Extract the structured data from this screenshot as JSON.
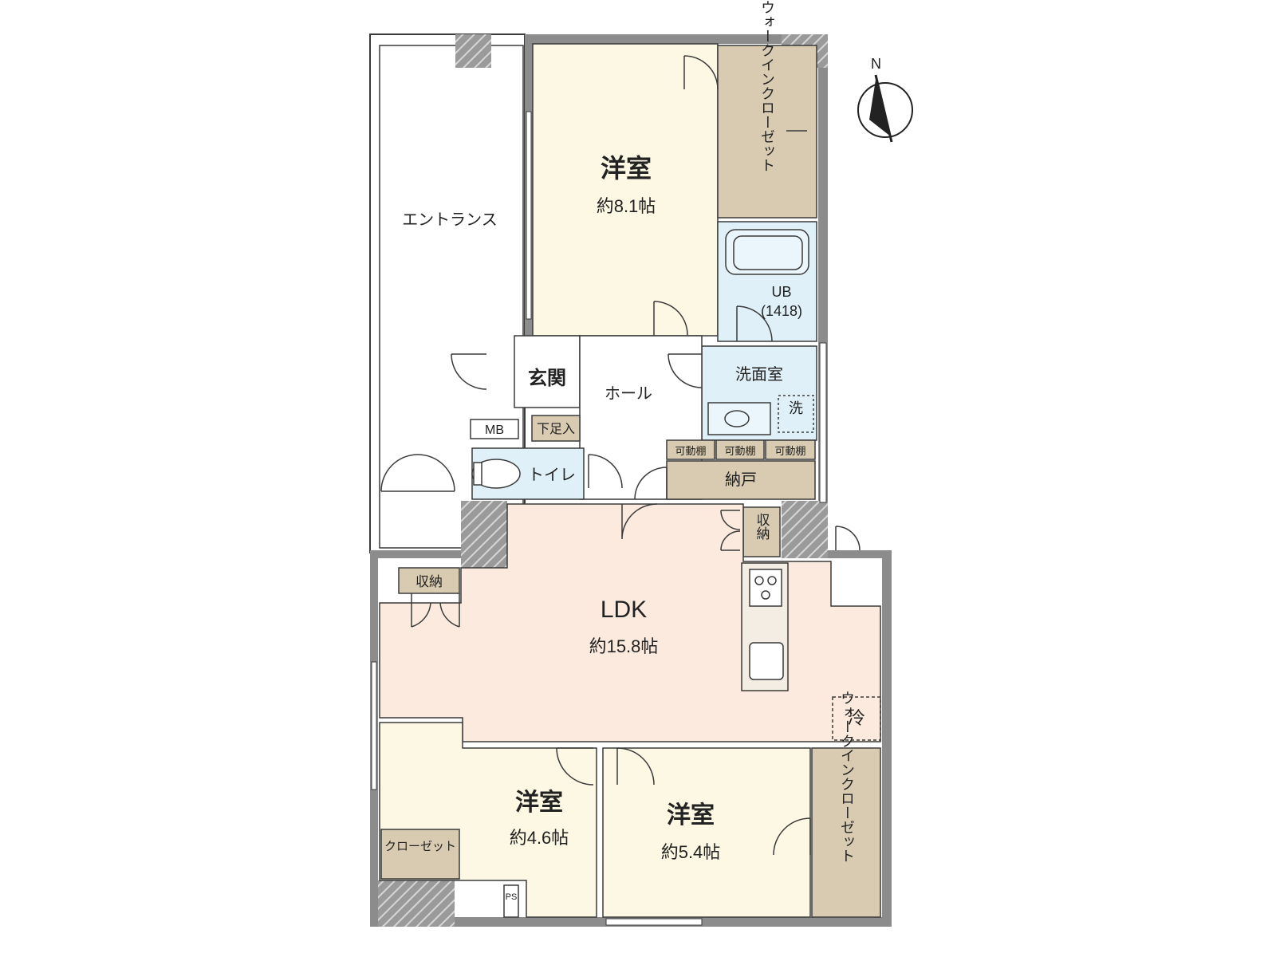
{
  "colors": {
    "bedroom": "#fcf8e3",
    "ldk": "#fbeadd",
    "storage": "#d9cbb1",
    "wet": "#dff0f8",
    "wall": "#8c8c8c",
    "hatch": "#b3b3b3",
    "line": "#3a3a3a"
  },
  "compass": {
    "north_label": "N"
  },
  "rooms": {
    "entrance_approach": "エントランス",
    "bedroom1_name": "洋室",
    "bedroom1_size": "約8.1帖",
    "wic1_label": "ウォークインクローゼット",
    "ub_label": "UB",
    "ub_size": "(1418)",
    "washroom": "洗面室",
    "washer": "洗",
    "genkan": "玄関",
    "hall": "ホール",
    "mb": "MB",
    "shoe_box": "下足入",
    "toilet": "トイレ",
    "shelf1": "可動棚",
    "shelf2": "可動棚",
    "shelf3": "可動棚",
    "nando": "納戸",
    "storage_top": "収納",
    "storage_left": "収納",
    "ldk_name": "LDK",
    "ldk_size": "約15.8帖",
    "fridge": "冷",
    "bedroom2_name": "洋室",
    "bedroom2_size": "約4.6帖",
    "closet_label": "クローゼット",
    "ps": "PS",
    "bedroom3_name": "洋室",
    "bedroom3_size": "約5.4帖",
    "wic2_label": "ウォークインクローゼット"
  }
}
